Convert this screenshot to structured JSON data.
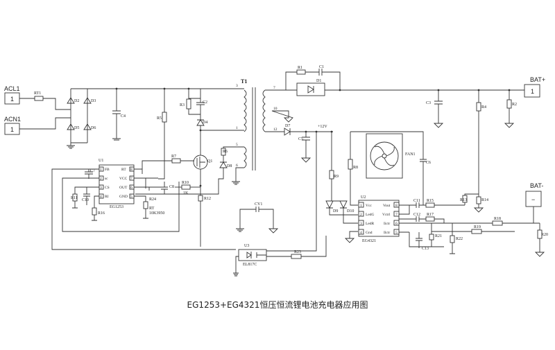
{
  "caption": "EG1253+EG4321恒压恒流锂电池充电器应用图",
  "terminals": {
    "acl1": {
      "name": "ACL1",
      "pin": "1"
    },
    "acn1": {
      "name": "ACN1",
      "pin": "1"
    },
    "bat_plus": {
      "name": "BAT+",
      "pin": "1"
    },
    "bat_minus": {
      "name": "BAT-",
      "pin": "−"
    }
  },
  "transformer": {
    "name": "T1",
    "pins": [
      "3",
      "1",
      "5",
      "6",
      "7",
      "10",
      "12"
    ]
  },
  "chips": {
    "u1": {
      "ref": "U1",
      "part": "EG1253",
      "pins_left": [
        {
          "n": "1",
          "name": "FB"
        },
        {
          "n": "2",
          "name": "sc"
        },
        {
          "n": "3",
          "name": "CS"
        },
        {
          "n": "4",
          "name": "RI"
        }
      ],
      "pins_right": [
        {
          "n": "8",
          "name": "RT"
        },
        {
          "n": "7",
          "name": "VCC"
        },
        {
          "n": "6",
          "name": "OUT"
        },
        {
          "n": "5",
          "name": "GND"
        }
      ]
    },
    "u2": {
      "ref": "U2",
      "part": "EG4321",
      "pins_left": [
        {
          "n": "1",
          "name": "Vcc"
        },
        {
          "n": "2",
          "name": "LedG"
        },
        {
          "n": "3",
          "name": "LedR"
        },
        {
          "n": "4",
          "name": "Gnd"
        }
      ],
      "pins_right": [
        {
          "n": "8",
          "name": "Vout"
        },
        {
          "n": "7",
          "name": "Vctrl"
        },
        {
          "n": "6",
          "name": "Iictr"
        },
        {
          "n": "5",
          "name": "Ilctr"
        }
      ]
    },
    "u3": {
      "ref": "U3",
      "part": "EL817C"
    }
  },
  "components": {
    "rt1": "RT1",
    "d2": "D2",
    "d3": "D3",
    "d5": "D5",
    "d6": "D6",
    "c4": "C4",
    "r5": "R5",
    "r3": "R3",
    "c2": "C2",
    "d4": "D4",
    "r6": "R6",
    "d8": "D8",
    "q1": "Q1",
    "r7": "R7",
    "c7": "C7",
    "r11": "R11",
    "c10": "C10",
    "r16": "R16",
    "r24": "R24",
    "rt": "RT",
    "rt_part": "10K3950",
    "c8": "C8",
    "r10": "R10",
    "r10_val": "1K",
    "r12": "R12",
    "cy1": "CY1",
    "r23": "R23",
    "r1": "R1",
    "c1": "C1",
    "d1": "D1",
    "d7": "D7",
    "c5": "C5",
    "v12": "+12V",
    "r9": "R9",
    "r8": "R8",
    "fan": "FAN1",
    "c6": "C6",
    "d9": "D9",
    "d10": "D10",
    "c3": "C3",
    "r4": "R4",
    "r2": "R2",
    "r13": "R13",
    "r14": "R14",
    "c11": "C11",
    "r15": "R15",
    "c12": "C12",
    "r17": "R17",
    "r19": "R19",
    "r18": "R18",
    "r20": "R20",
    "c13": "C13",
    "r21": "R21",
    "r22": "R22"
  }
}
